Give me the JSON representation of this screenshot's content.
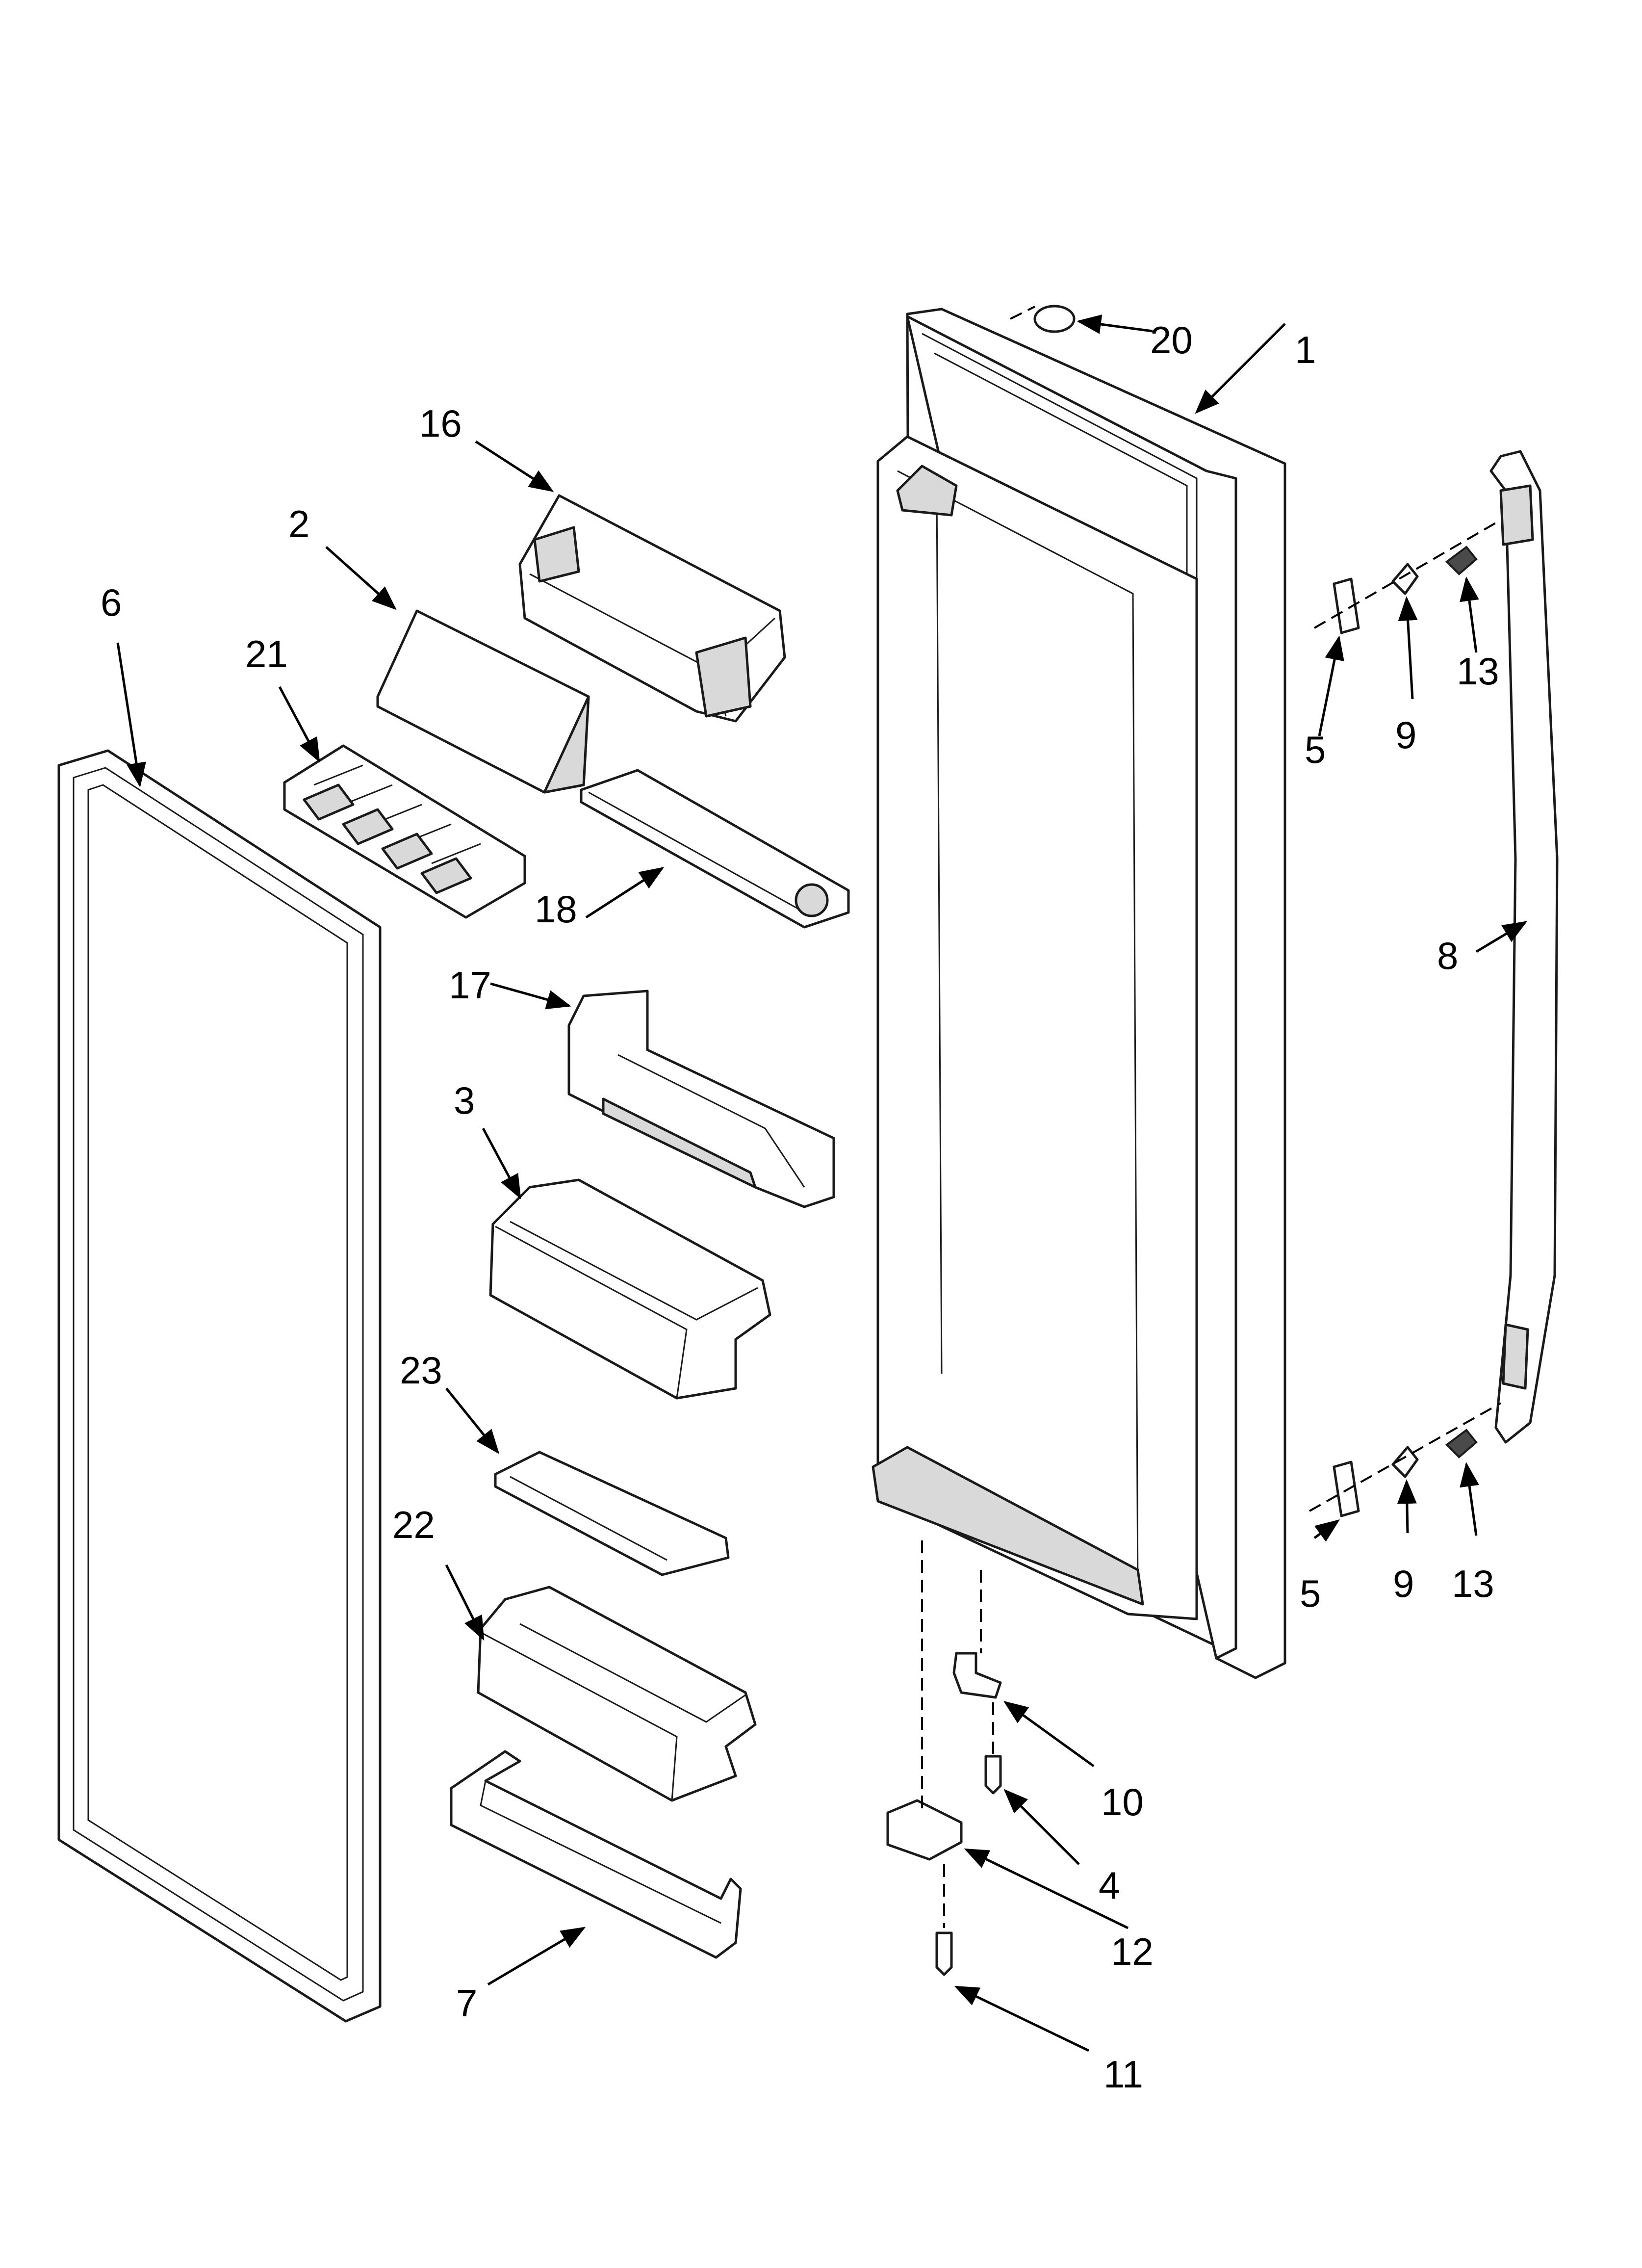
{
  "diagram": {
    "type": "exploded-parts-view",
    "callouts": [
      {
        "id": "c1",
        "label": "1"
      },
      {
        "id": "c2",
        "label": "2"
      },
      {
        "id": "c3",
        "label": "3"
      },
      {
        "id": "c4",
        "label": "4"
      },
      {
        "id": "c5a",
        "label": "5"
      },
      {
        "id": "c5b",
        "label": "5"
      },
      {
        "id": "c6",
        "label": "6"
      },
      {
        "id": "c7",
        "label": "7"
      },
      {
        "id": "c8",
        "label": "8"
      },
      {
        "id": "c9a",
        "label": "9"
      },
      {
        "id": "c9b",
        "label": "9"
      },
      {
        "id": "c10",
        "label": "10"
      },
      {
        "id": "c11",
        "label": "11"
      },
      {
        "id": "c12",
        "label": "12"
      },
      {
        "id": "c13a",
        "label": "13"
      },
      {
        "id": "c13b",
        "label": "13"
      },
      {
        "id": "c16",
        "label": "16"
      },
      {
        "id": "c17",
        "label": "17"
      },
      {
        "id": "c18",
        "label": "18"
      },
      {
        "id": "c20",
        "label": "20"
      },
      {
        "id": "c21",
        "label": "21"
      },
      {
        "id": "c22",
        "label": "22"
      },
      {
        "id": "c23",
        "label": "23"
      }
    ]
  }
}
